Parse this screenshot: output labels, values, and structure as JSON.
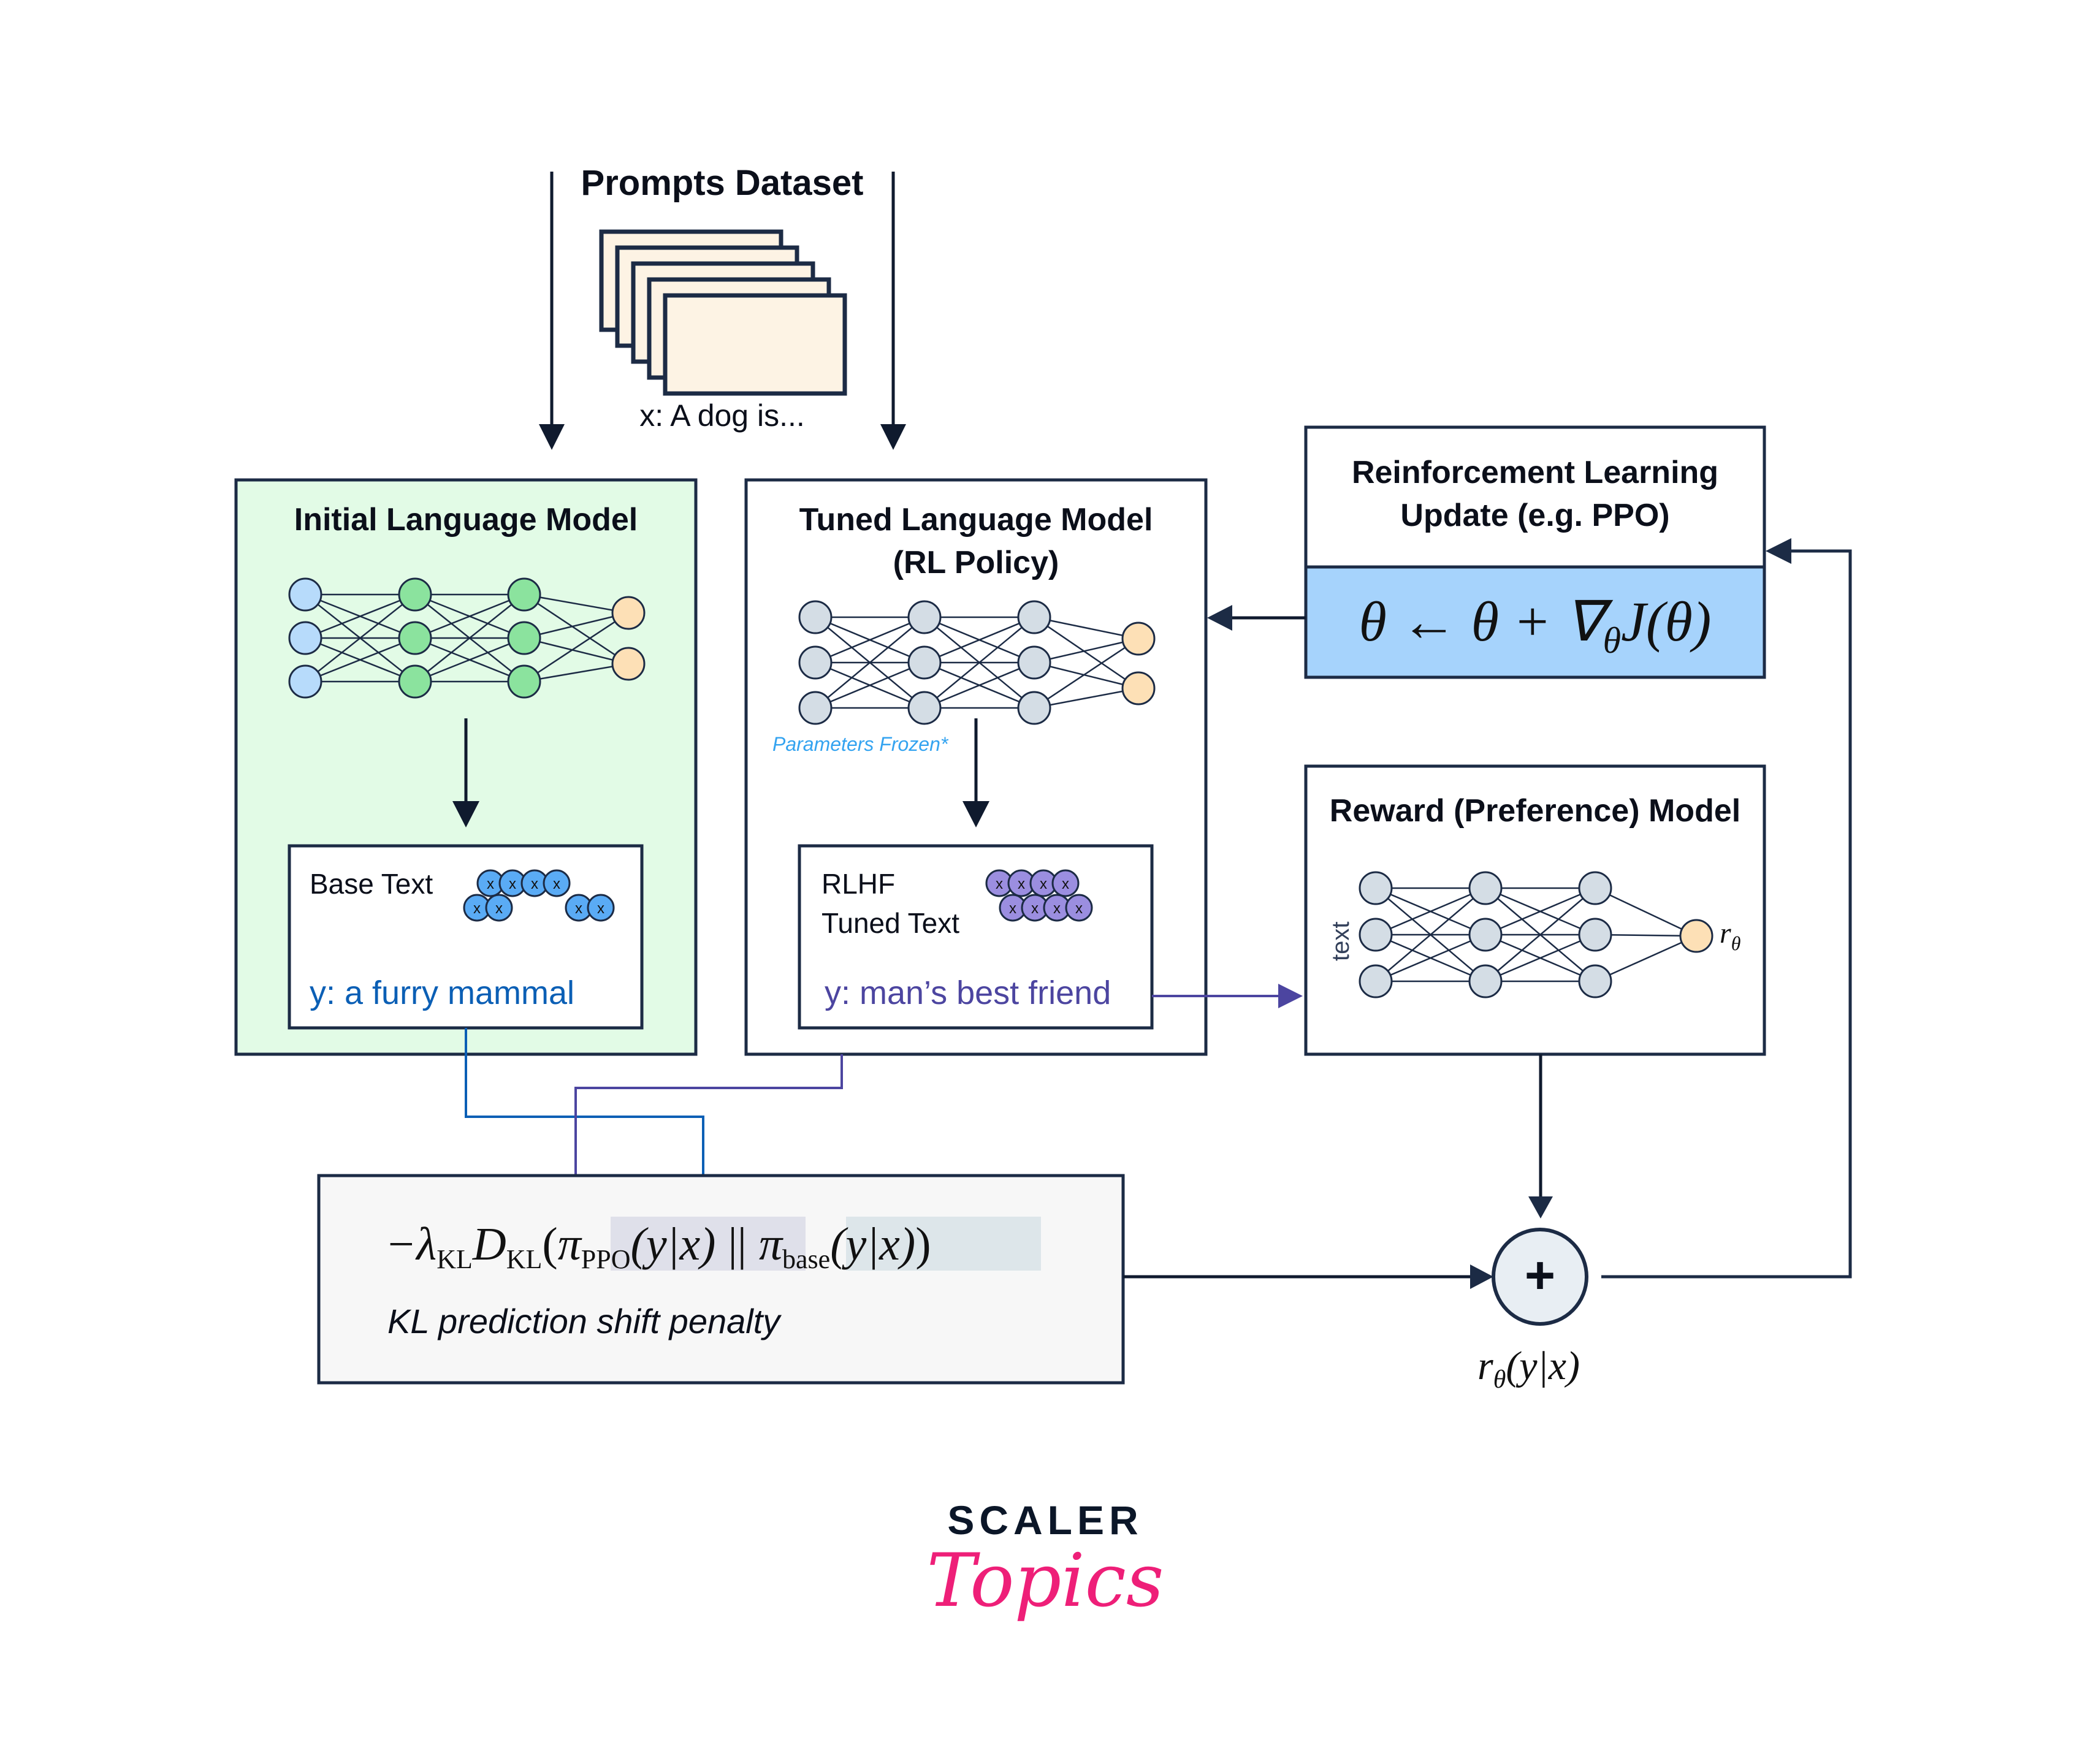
{
  "colors": {
    "stroke": "#1c2b45",
    "initial_bg": "#e2fbe6",
    "rl_formula_bg": "#a6d3fc",
    "kl_bg": "#f7f7f7",
    "input_node": "#b7dbfb",
    "hidden_node_initial": "#8be39e",
    "hidden_node_gray": "#d4dde5",
    "output_node": "#fde0b6",
    "token_blue": "#5aabf5",
    "token_purple": "#9b8ee0",
    "blue_line": "#0b5fb5",
    "purple_line": "#4c45a0",
    "frozen_text": "#33a3f0",
    "dataset_card": "#fdf3e4",
    "logo_dark": "#0b1628",
    "logo_pink": "#ee1f78"
  },
  "prompts": {
    "title": "Prompts Dataset",
    "example": "x: A dog is..."
  },
  "initial_model": {
    "title": "Initial Language Model",
    "output_label": "Base Text",
    "token_glyph": "x",
    "output_example": "y: a furry mammal"
  },
  "tuned_model": {
    "title_line1": "Tuned Language Model",
    "title_line2": "(RL Policy)",
    "frozen_note": "Parameters Frozen*",
    "output_label_line1": "RLHF",
    "output_label_line2": "Tuned Text",
    "token_glyph": "x",
    "output_example": "y: man’s best friend"
  },
  "rl_update": {
    "title_line1": "Reinforcement Learning",
    "title_line2": "Update (e.g. PPO)",
    "formula": "θ ← θ + ∇θJ(θ)",
    "formula_parts": {
      "lhs": "θ ← θ + ∇",
      "sub": "θ",
      "rhs": "J(θ)"
    }
  },
  "reward_model": {
    "title": "Reward (Preference) Model",
    "input_label": "text",
    "output_label": "r",
    "output_sub": "θ"
  },
  "kl_penalty": {
    "prefix": "−λ",
    "prefix_sub": "KL",
    "d": "D",
    "d_sub": "KL",
    "open": "(",
    "pi_ppo": "π",
    "pi_ppo_sub": "PPO",
    "args": "(y|x)",
    "sep": "||",
    "pi_base": "π",
    "pi_base_sub": "base",
    "close": ")",
    "caption": "KL prediction shift penalty"
  },
  "sum_node": {
    "symbol": "+",
    "label": "r",
    "label_sub": "θ",
    "label_args": "(y|x)"
  },
  "logo": {
    "line1": "SCALER",
    "line2": "Topics"
  }
}
